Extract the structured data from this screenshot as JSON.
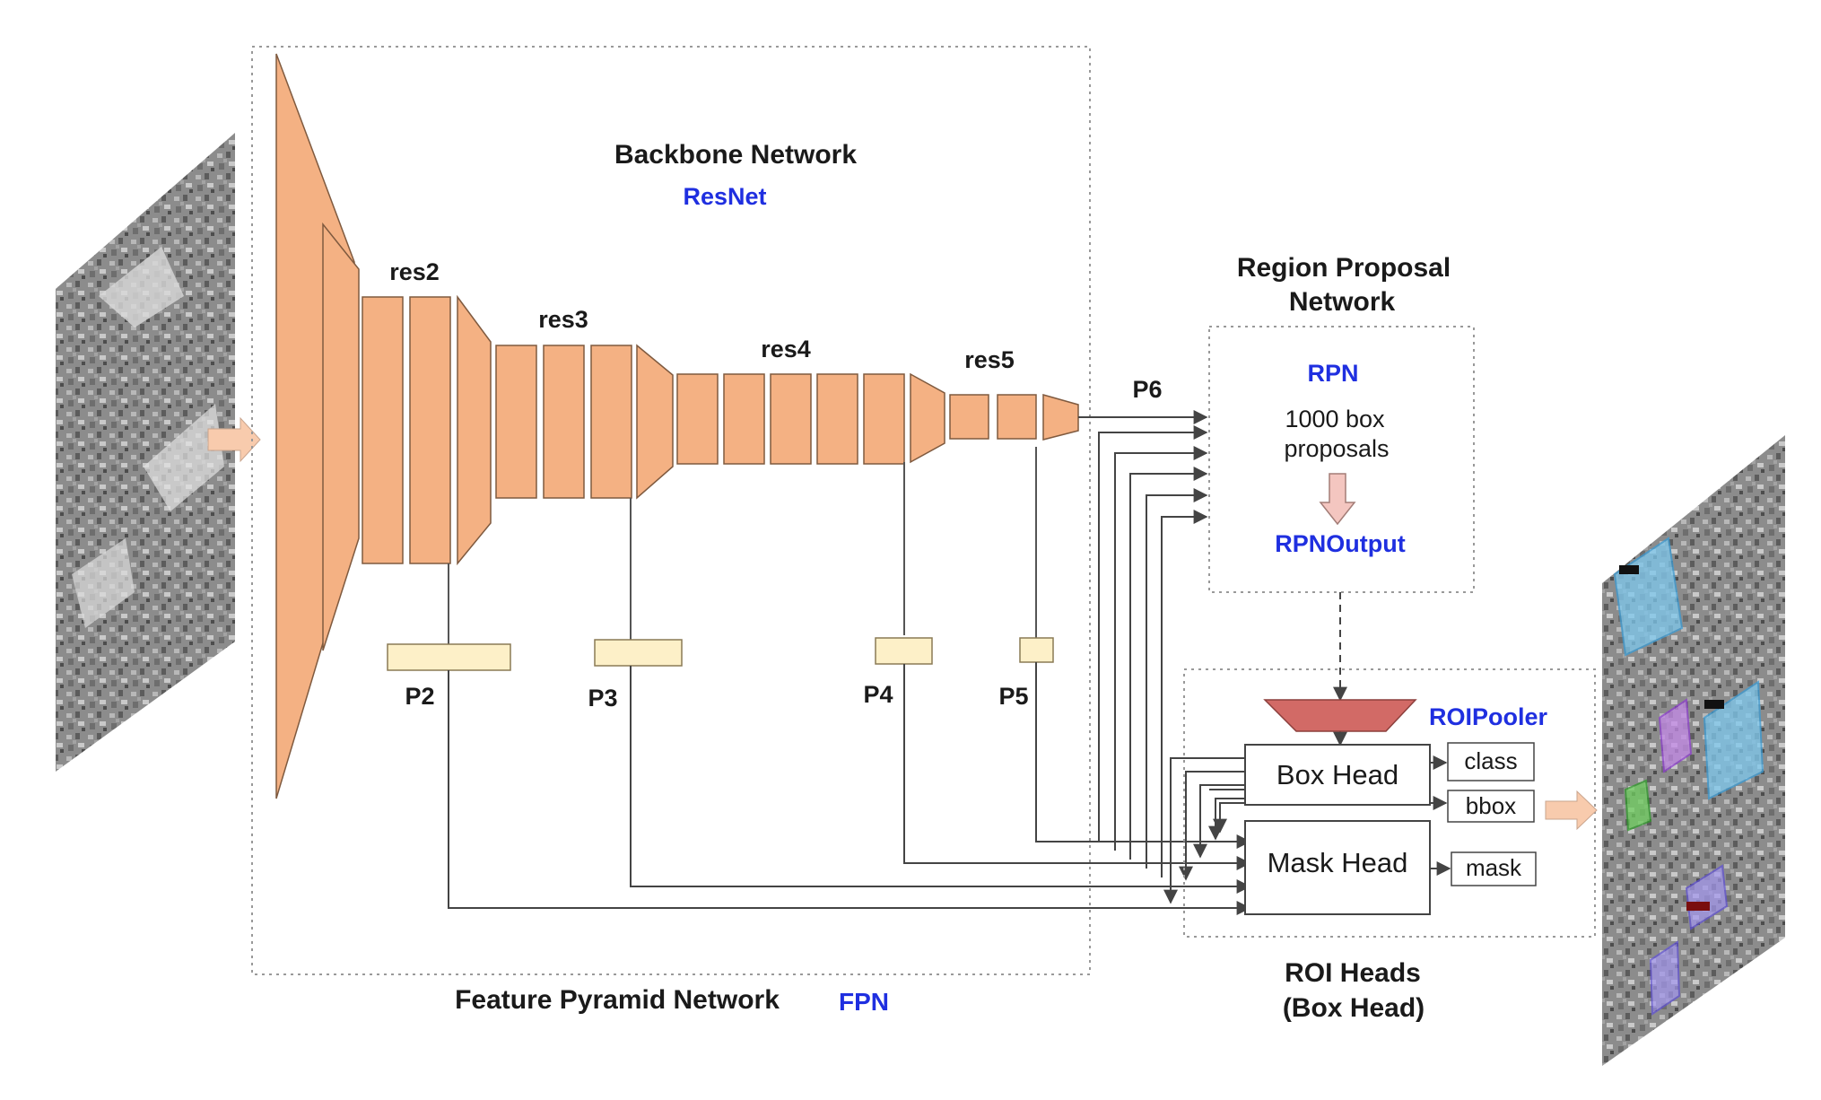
{
  "backbone": {
    "title": "Backbone Network",
    "subtitle": "ResNet",
    "stages": [
      "res2",
      "res3",
      "res4",
      "res5"
    ]
  },
  "fpn": {
    "title": "Feature Pyramid Network",
    "acronym": "FPN",
    "levels": [
      "P2",
      "P3",
      "P4",
      "P5"
    ],
    "extra_level": "P6"
  },
  "rpn": {
    "title_line1": "Region Proposal",
    "title_line2": "Network",
    "name": "RPN",
    "proposals_line1": "1000 box",
    "proposals_line2": "proposals",
    "output": "RPNOutput"
  },
  "roi": {
    "pooler": "ROIPooler",
    "box_head": "Box Head",
    "mask_head": "Mask Head",
    "outputs": [
      "class",
      "bbox",
      "mask"
    ],
    "title_line1": "ROI Heads",
    "title_line2": "(Box Head)"
  },
  "colors": {
    "backbone_fill": "#f4b183",
    "fpn_level_fill": "#fdf0c8",
    "pooler_fill": "#d26a66",
    "accent_blue": "#1f2fe0",
    "io_arrow": "#f8cbad",
    "text": "#1a1a1a"
  }
}
